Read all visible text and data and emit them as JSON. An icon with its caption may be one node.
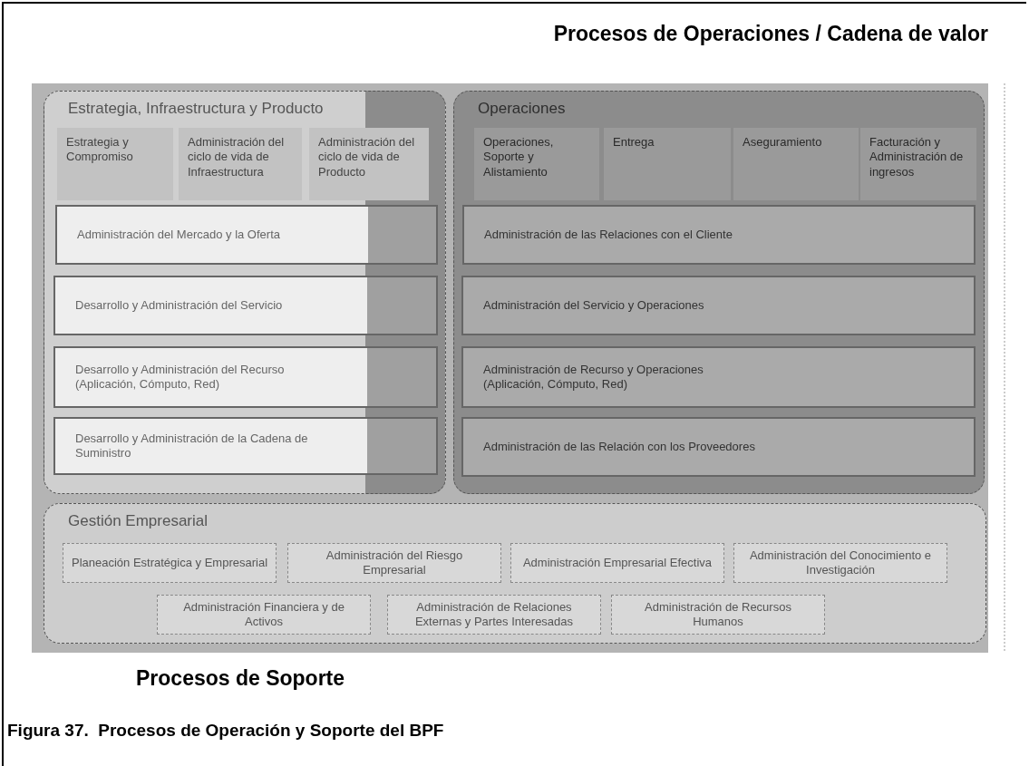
{
  "diagram": {
    "title": "Procesos de Operaciones / Cadena de valor",
    "caption": "Figura 37.  Procesos de Operación y Soporte del BPF",
    "nodes": [
      {
        "text": [
          "Estrategia, Infraestructura y Producto"
        ]
      },
      {
        "text": [
          "Estrategia y Compromiso"
        ],
        "in": 0
      },
      {
        "text": [
          "Administración del ciclo de vida de Infraestructura"
        ],
        "in": 0
      },
      {
        "text": [
          "Administración del ciclo de vida de Producto"
        ],
        "in": 0
      },
      {
        "text": [
          "Administración del Mercado y la Oferta"
        ],
        "in": 0
      },
      {
        "text": [
          "Desarrollo y Administración del Servicio"
        ],
        "in": 0
      },
      {
        "text": [
          "Desarrollo y Administración del Recurso (Aplicación, Cómputo, Red)"
        ],
        "in": 0
      },
      {
        "text": [
          "Desarrollo y Administración de la Cadena de Suministro"
        ],
        "in": 0
      },
      {
        "text": [
          "Operaciones"
        ]
      },
      {
        "text": [
          "Operaciones, Soporte y Alistamiento"
        ],
        "in": 8
      },
      {
        "text": [
          "Entrega"
        ],
        "in": 8
      },
      {
        "text": [
          "Aseguramiento"
        ],
        "in": 8
      },
      {
        "text": [
          "Facturación y Administración de ingresos"
        ],
        "in": 8
      },
      {
        "text": [
          "Administración de las Relaciones con el Cliente"
        ],
        "in": 8
      },
      {
        "text": [
          "Administración del Servicio y Operaciones"
        ],
        "in": 8
      },
      {
        "text": [
          "Administración de Recurso y Operaciones (Aplicación, Cómputo, Red)"
        ],
        "in": 8
      },
      {
        "text": [
          "Administración de las Relación con los Proveedores"
        ],
        "in": 8
      },
      {
        "text": [
          "Gestión Empresarial"
        ]
      },
      {
        "text": [
          "Planeación Estratégica y Empresarial"
        ],
        "in": 17
      },
      {
        "text": [
          "Administración del Riesgo Empresarial"
        ],
        "in": 17
      },
      {
        "text": [
          "Administración Empresarial Efectiva"
        ],
        "in": 17
      },
      {
        "text": [
          "Administración del Conocimiento e Investigación"
        ],
        "in": 17
      },
      {
        "text": [
          "Administración Financiera y de Activos"
        ],
        "in": 17
      },
      {
        "text": [
          "Administración de Relaciones Externas y Partes Interesadas"
        ],
        "in": 17
      },
      {
        "text": [
          "Administración de Recursos Humanos"
        ],
        "in": 17
      }
    ],
    "labels": [
      "Procesos de Soporte"
    ]
  }
}
